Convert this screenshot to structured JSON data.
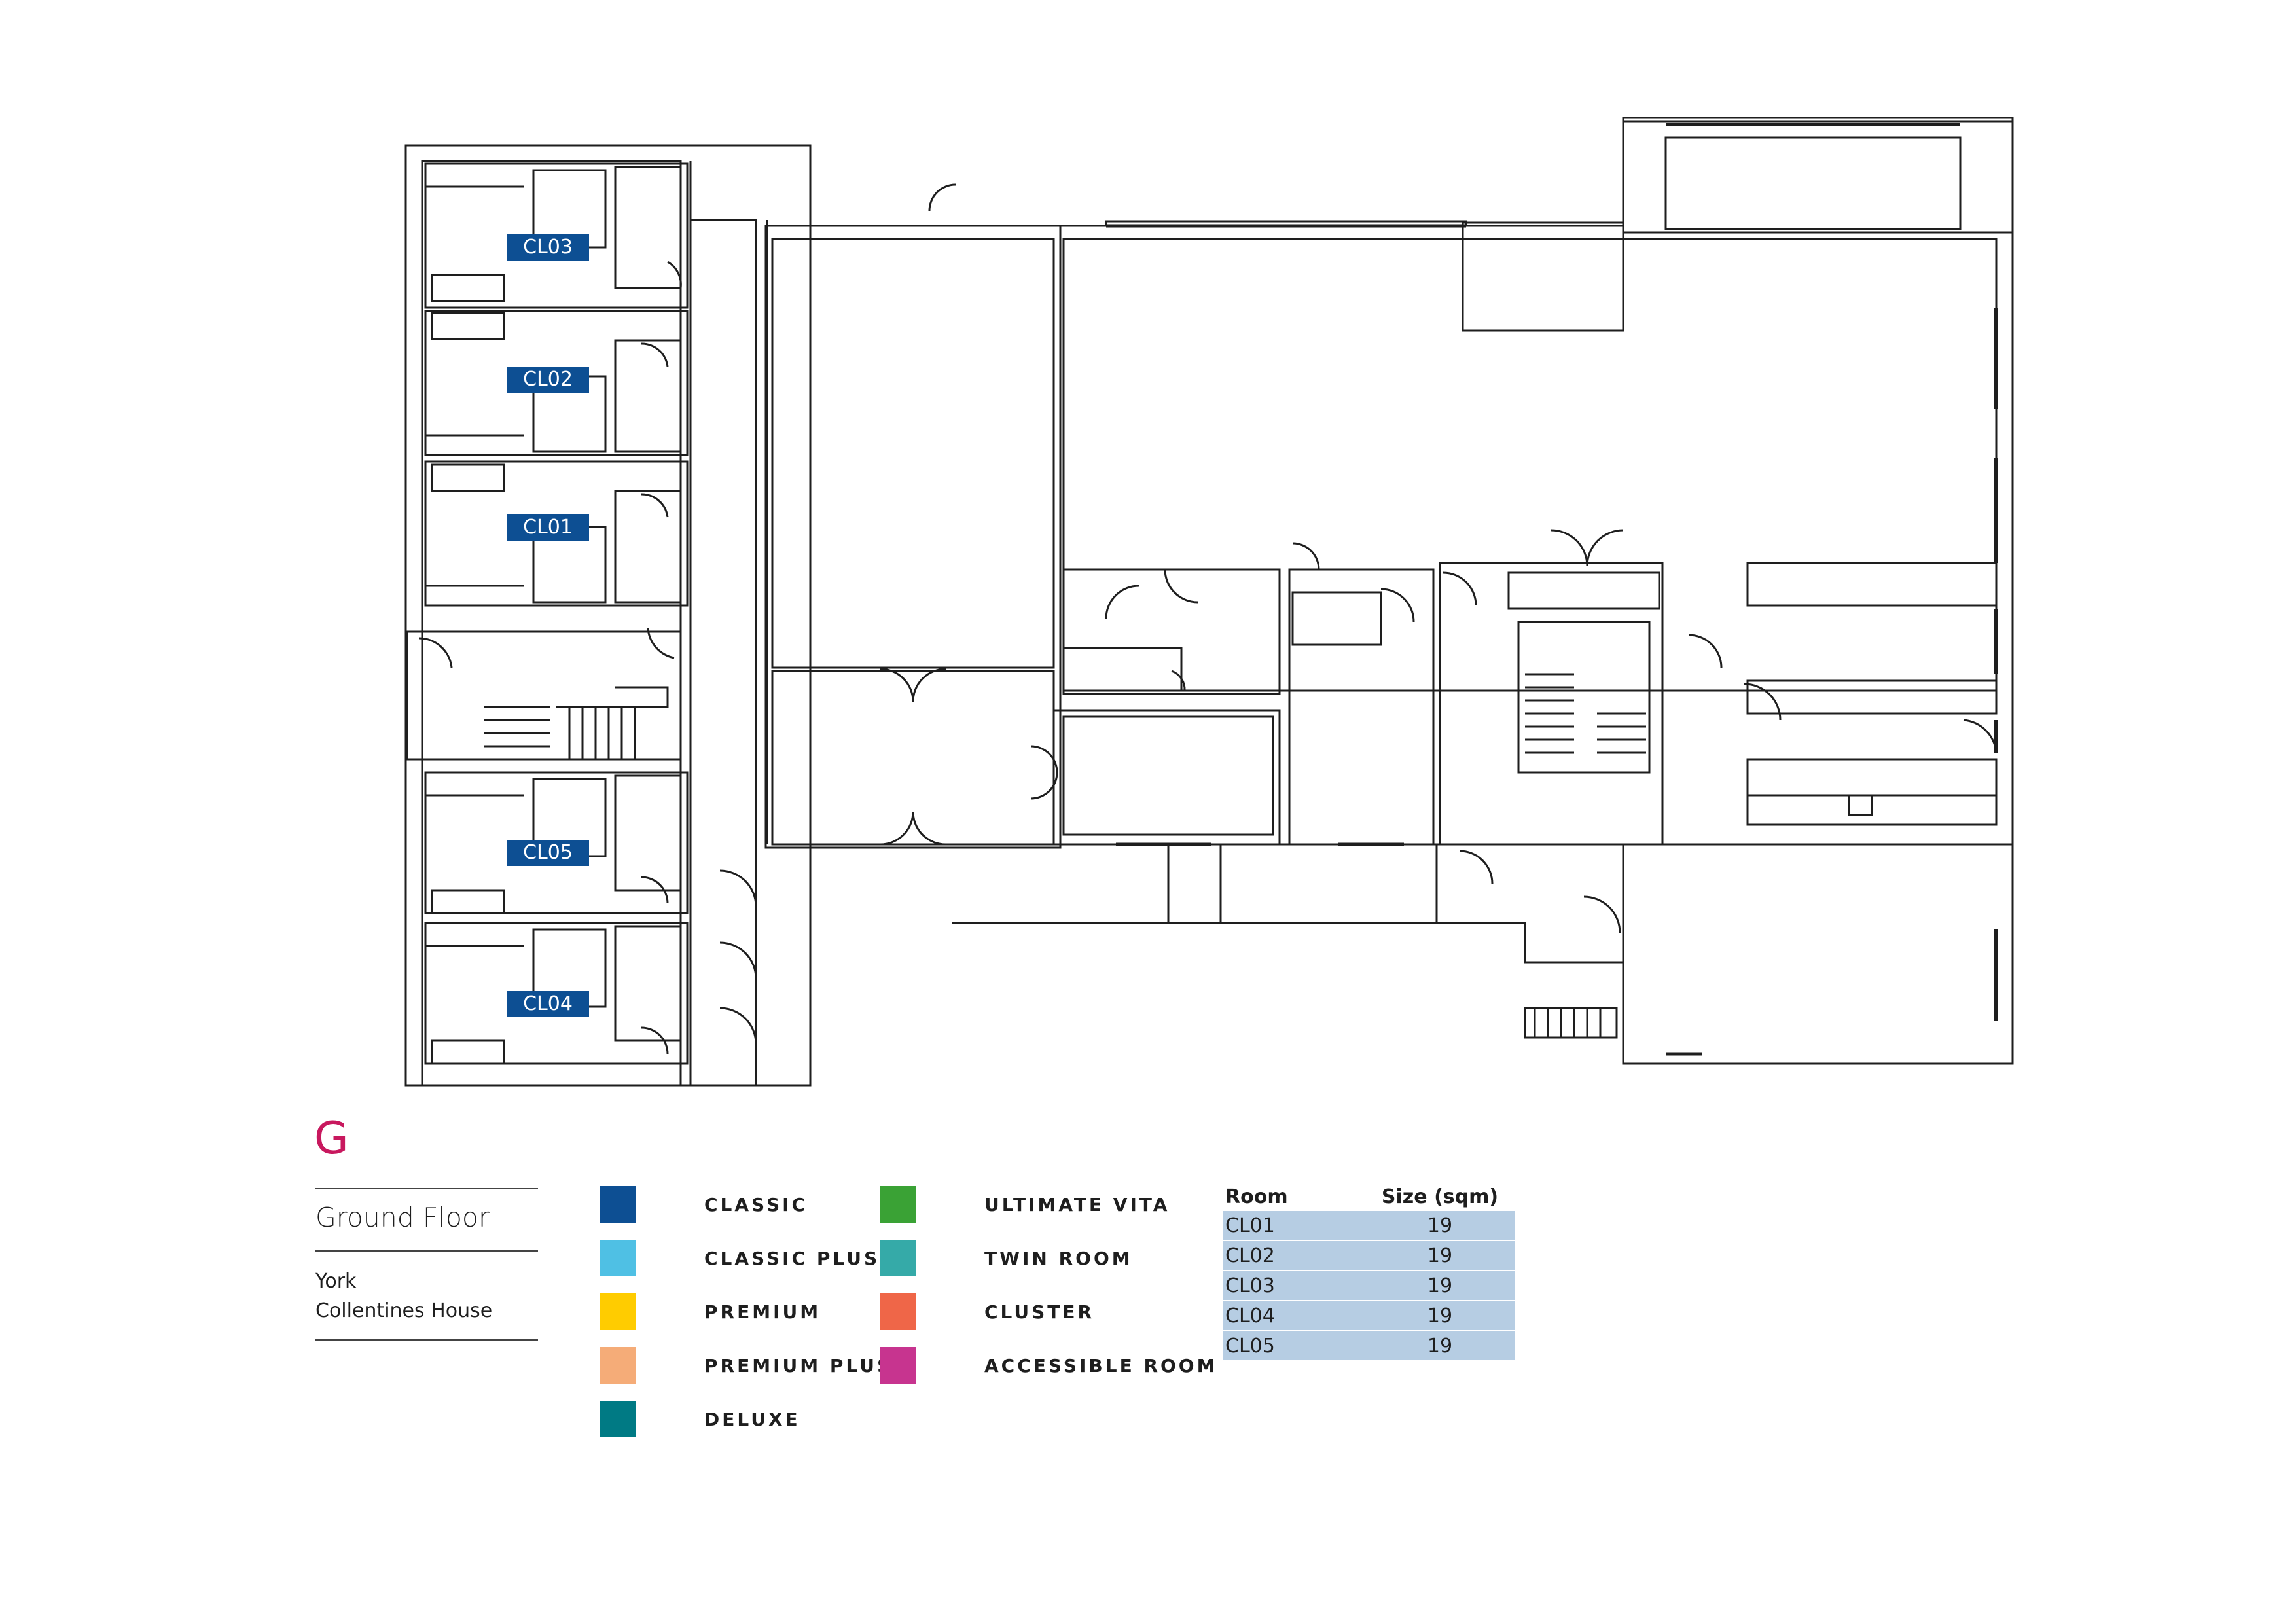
{
  "floor": {
    "letter": "G",
    "name": "Ground Floor",
    "city": "York",
    "house": "Collentines House"
  },
  "rooms": [
    {
      "id": "CL03"
    },
    {
      "id": "CL02"
    },
    {
      "id": "CL01"
    },
    {
      "id": "CL05"
    },
    {
      "id": "CL04"
    }
  ],
  "legend": [
    {
      "label": "CLASSIC",
      "color": "#0d4f93"
    },
    {
      "label": "CLASSIC PLUS",
      "color": "#4fc0e4"
    },
    {
      "label": "PREMIUM",
      "color": "#ffcc00"
    },
    {
      "label": "PREMIUM PLUS",
      "color": "#f5ac78"
    },
    {
      "label": "DELUXE",
      "color": "#007a84"
    },
    {
      "label": "ULTIMATE VITA",
      "color": "#3aa235"
    },
    {
      "label": "TWIN ROOM",
      "color": "#35aaa8"
    },
    {
      "label": "CLUSTER",
      "color": "#ef6648"
    },
    {
      "label": "ACCESSIBLE ROOM",
      "color": "#c7348f"
    }
  ],
  "size_table": {
    "headers": {
      "room": "Room",
      "size": "Size (sqm)"
    },
    "rows": [
      {
        "room": "CL01",
        "size": "19"
      },
      {
        "room": "CL02",
        "size": "19"
      },
      {
        "room": "CL03",
        "size": "19"
      },
      {
        "room": "CL04",
        "size": "19"
      },
      {
        "room": "CL05",
        "size": "19"
      }
    ]
  },
  "colors": {
    "wall": "#1e1e1e",
    "room_tag": "#0d4f93",
    "table_fill": "#b6cde3",
    "accent": "#c8185e"
  }
}
